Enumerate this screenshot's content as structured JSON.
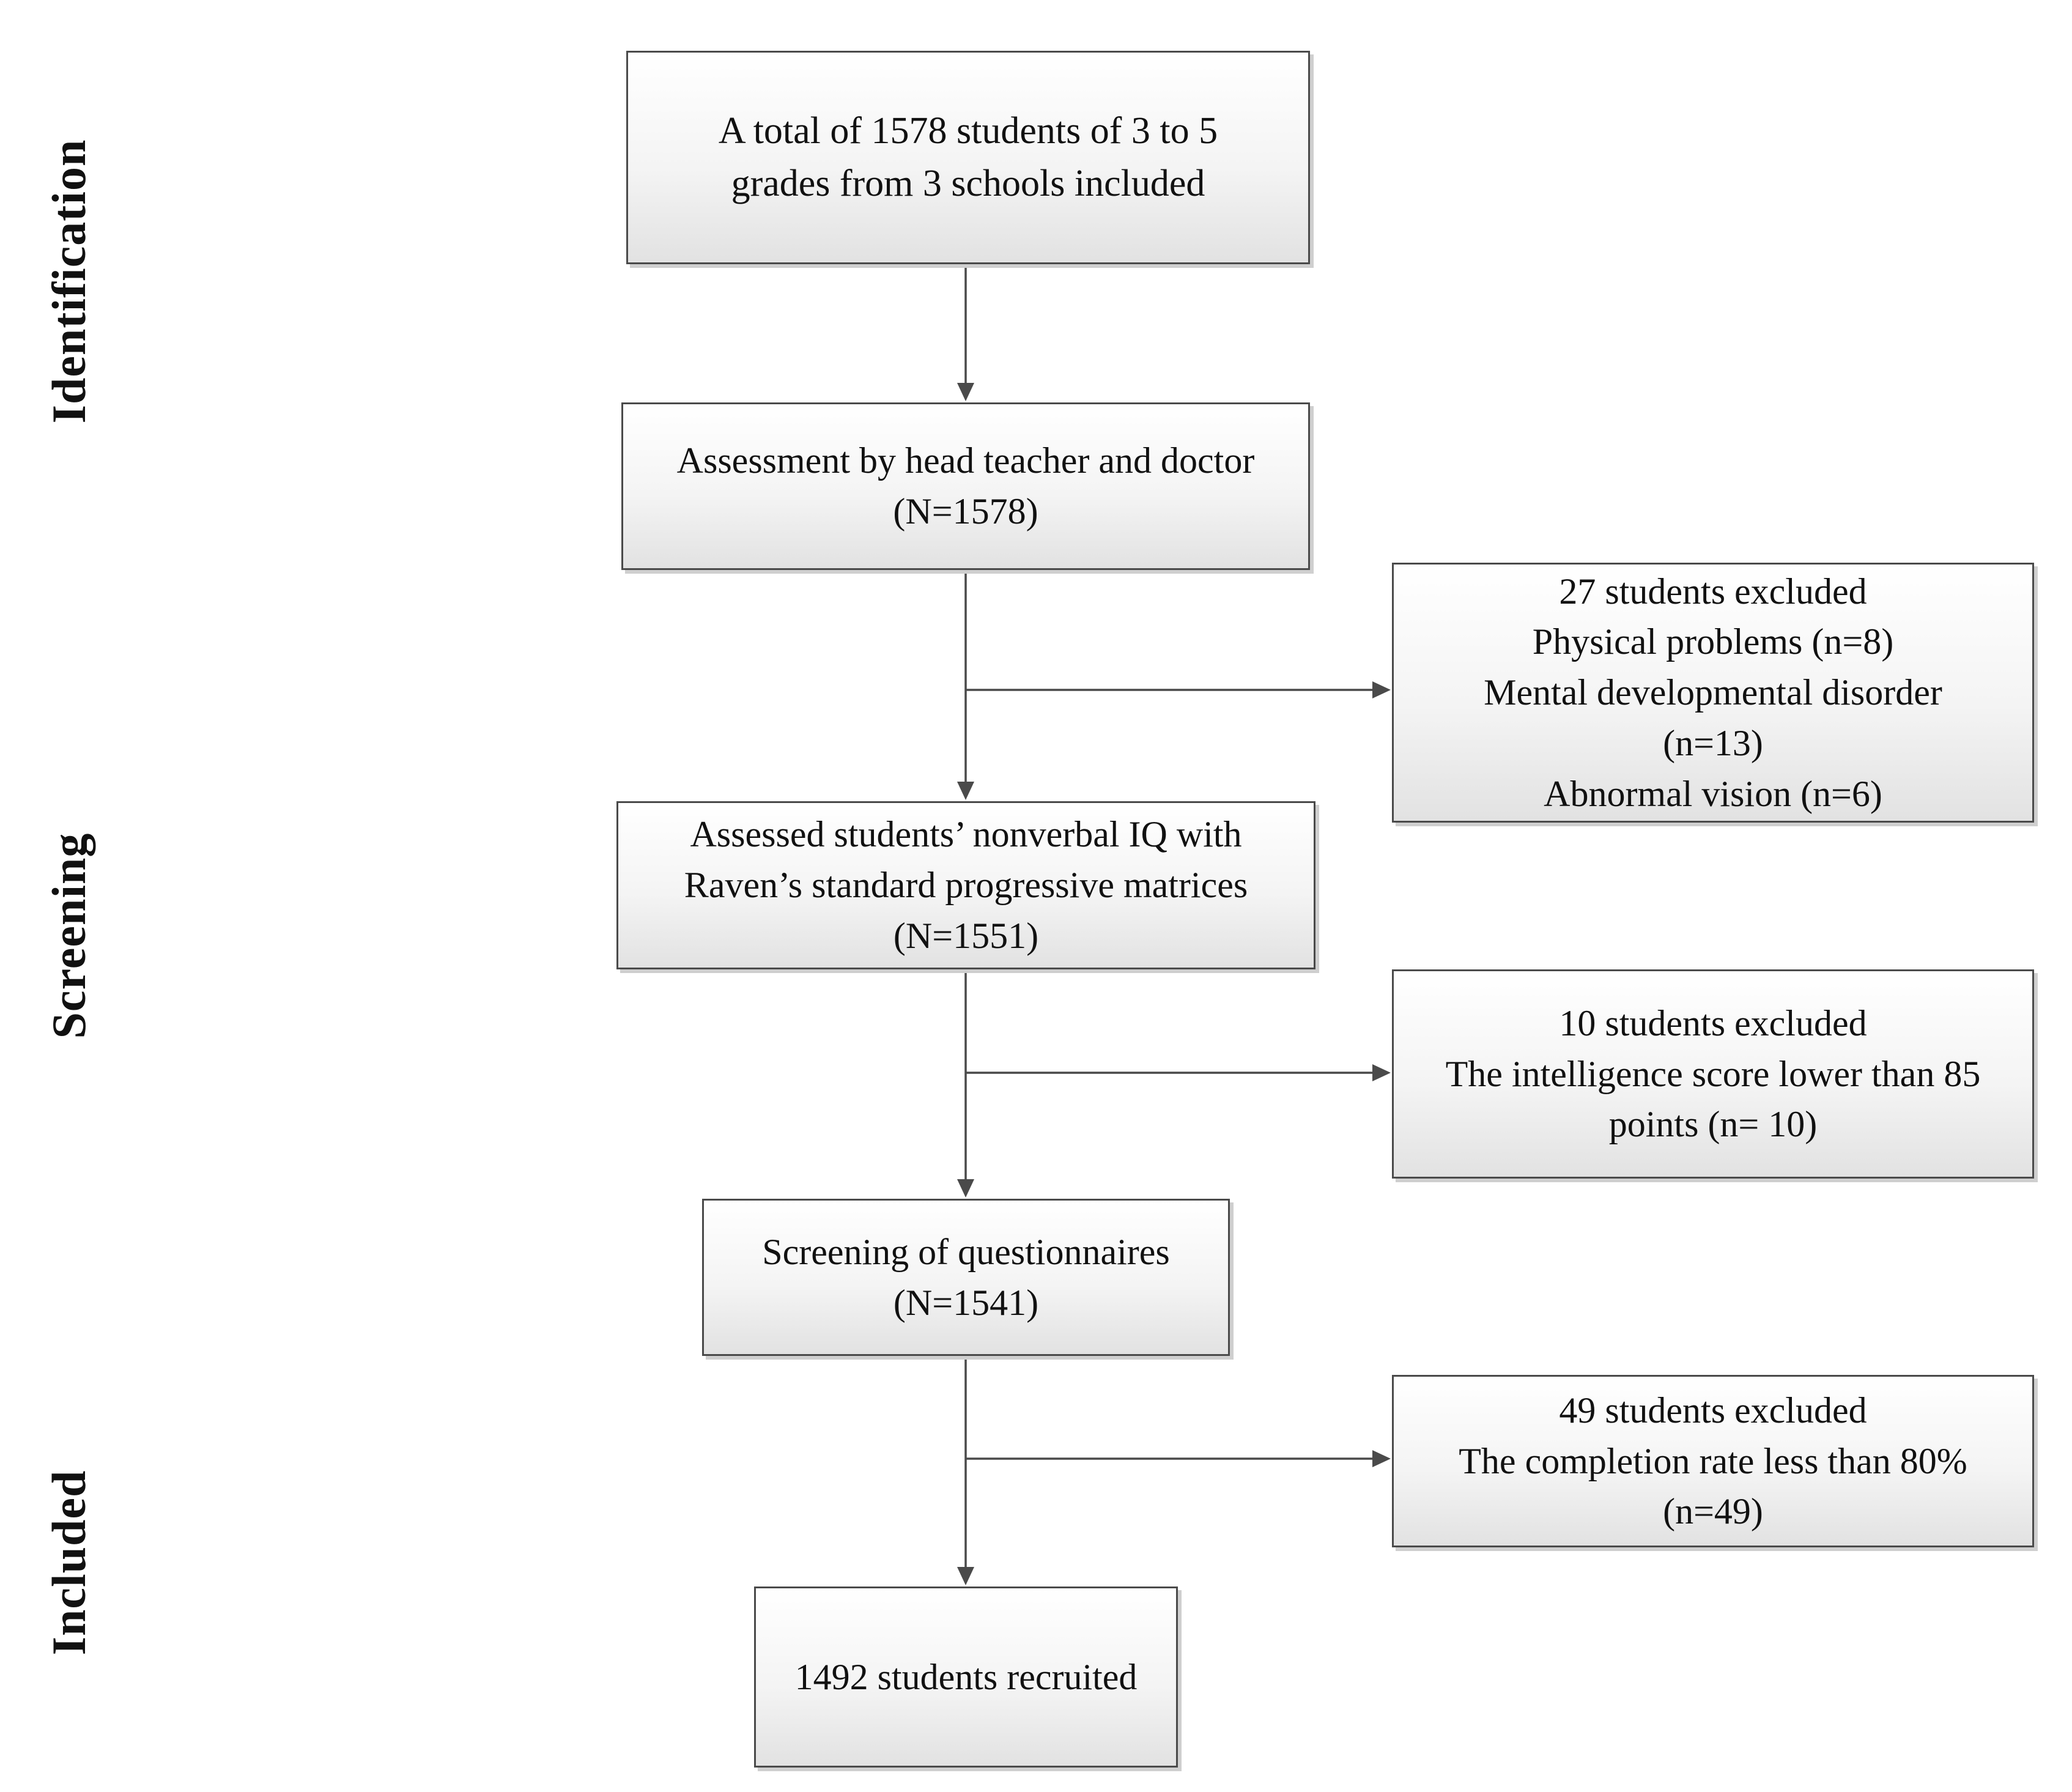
{
  "stages": {
    "identification": "Identification",
    "screening": "Screening",
    "included": "Included"
  },
  "flow": {
    "total": {
      "line1": "A total of 1578 students of 3 to 5",
      "line2": "grades from 3 schools included"
    },
    "assessment": {
      "line1": "Assessment by head teacher and doctor",
      "line2": "(N=1578)"
    },
    "iq": {
      "line1": "Assessed students’ nonverbal IQ with",
      "line2": "Raven’s standard progressive matrices",
      "line3": "(N=1551)"
    },
    "questionnaires": {
      "line1": "Screening of questionnaires",
      "line2": "(N=1541)"
    },
    "recruited": {
      "line1": "1492 students recruited"
    }
  },
  "exclusions": {
    "first": {
      "line1": "27 students excluded",
      "line2": "Physical problems (n=8)",
      "line3": "Mental developmental disorder",
      "line4": "(n=13)",
      "line5": "Abnormal vision (n=6)"
    },
    "second": {
      "line1": "10 students excluded",
      "line2": "The intelligence score  lower than 85",
      "line3": "points (n= 10)"
    },
    "third": {
      "line1": "49 students excluded",
      "line2": "The completion rate  less than 80%",
      "line3": "(n=49)"
    }
  },
  "colors": {
    "line": "#4a4a4a",
    "box_border": "#4a4a4a",
    "text": "#111111"
  }
}
